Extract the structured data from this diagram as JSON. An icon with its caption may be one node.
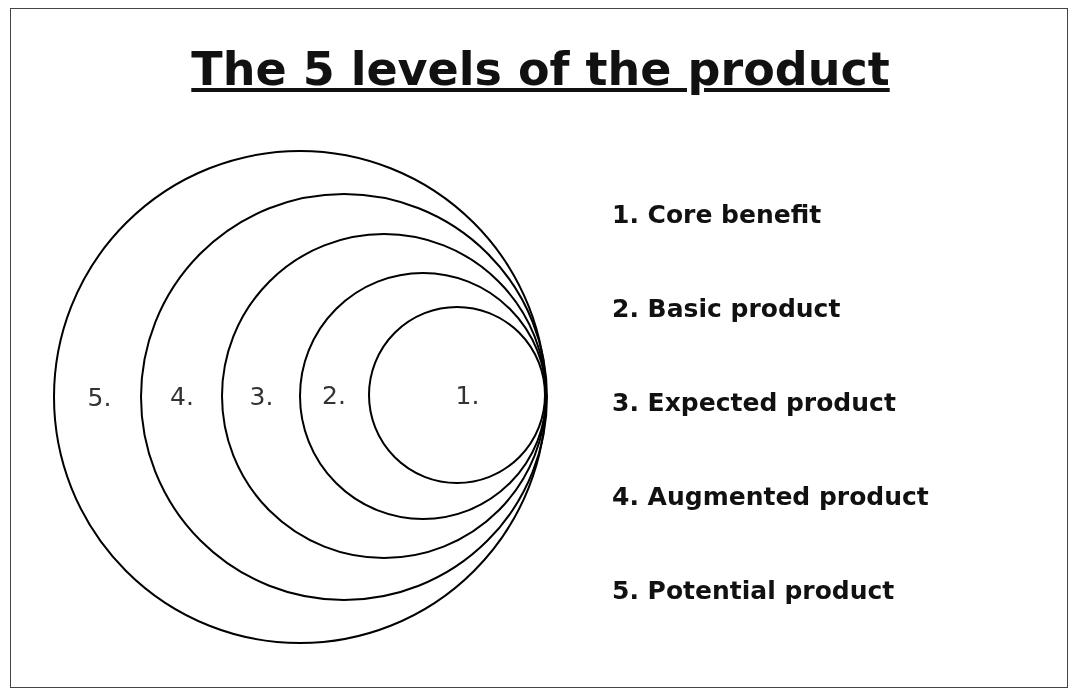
{
  "diagram": {
    "title": "The 5 levels of the product",
    "nodes": [
      {
        "text": [
          "5."
        ]
      },
      {
        "text": [
          "4."
        ],
        "in": 0
      },
      {
        "text": [
          "3."
        ],
        "in": 1
      },
      {
        "text": [
          "2."
        ],
        "in": 2
      },
      {
        "text": [
          "1."
        ],
        "in": 3
      }
    ],
    "labels": [
      "1. Core benefit",
      "2. Basic product",
      "3. Expected product",
      "4. Augmented product",
      "5. Potential product"
    ]
  }
}
